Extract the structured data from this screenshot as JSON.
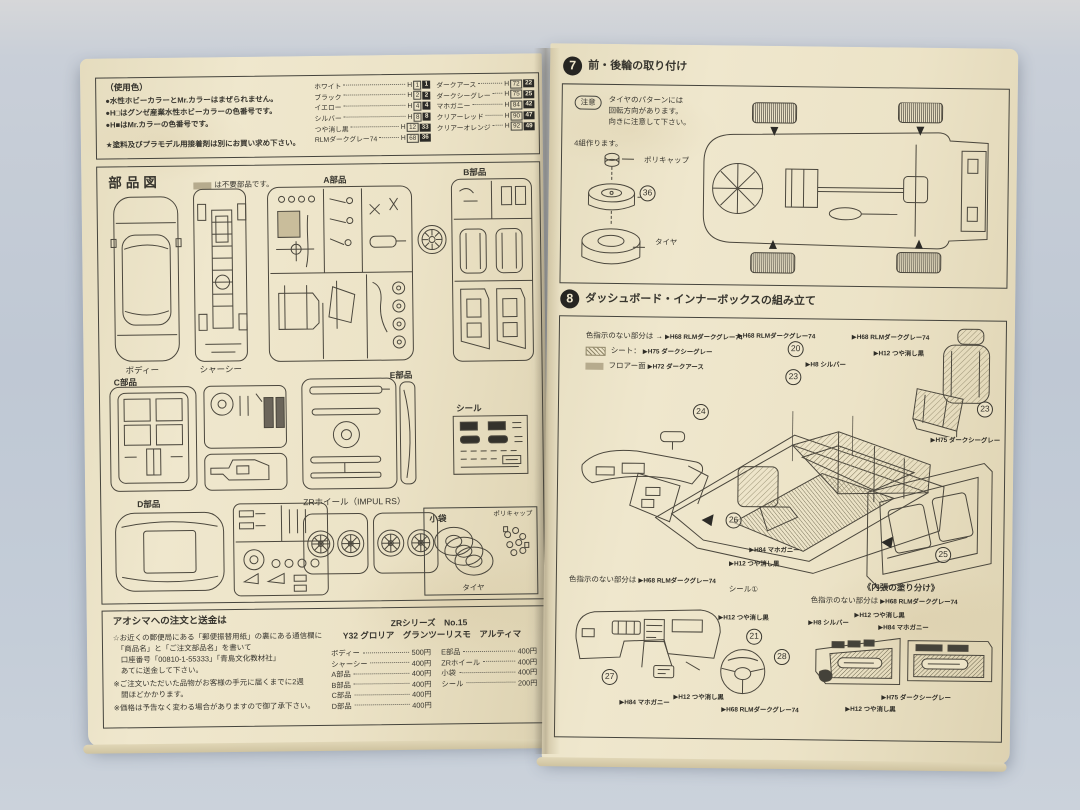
{
  "left_page": {
    "colors_box": {
      "title": "（使用色）",
      "note1": "●水性ホビーカラーとMr.カラーはまぜられません。",
      "note2": "●H□はグンゼ産業水性ホビーカラーの色番号です。",
      "note3": "●H■はMr.カラーの色番号です。",
      "footnote": "★塗料及びプラモデル用接着剤は別にお買い求め下さい。",
      "h_prefix": "H",
      "colors_left": [
        {
          "name": "ホワイト",
          "h": "1",
          "c": "1"
        },
        {
          "name": "ブラック",
          "h": "2",
          "c": "2"
        },
        {
          "name": "イエロー",
          "h": "4",
          "c": "4"
        },
        {
          "name": "シルバー",
          "h": "8",
          "c": "8"
        },
        {
          "name": "つや消し黒",
          "h": "12",
          "c": "33"
        },
        {
          "name": "RLMダークグレー74",
          "h": "68",
          "c": "36"
        }
      ],
      "colors_right": [
        {
          "name": "ダークアース",
          "h": "72",
          "c": "22"
        },
        {
          "name": "ダークシーグレー",
          "h": "75",
          "c": "25"
        },
        {
          "name": "マホガニー",
          "h": "84",
          "c": "42"
        },
        {
          "name": "クリアーレッド",
          "h": "90",
          "c": "47"
        },
        {
          "name": "クリアーオレンジ",
          "h": "92",
          "c": "49"
        }
      ]
    },
    "parts_box": {
      "title": "部品図",
      "unused_note": "は不要部品です。",
      "body_label": "ボディー",
      "chassis_label": "シャーシー",
      "a_label": "A部品",
      "b_label": "B部品",
      "c_label": "C部品",
      "d_label": "D部品",
      "e_label": "E部品",
      "seal_label": "シール",
      "zr_wheel_label": "ZRホイール（IMPUL RS）",
      "bag_label": "小袋",
      "polycap_label": "ポリキャップ",
      "tire_label": "タイヤ"
    },
    "order_box": {
      "title": "アオシマへの注文と送金は",
      "line1": "☆お近くの郵便局にある「郵便振替用紙」の裏にある通信欄に",
      "line2": "　「商品名」と「ご注文部品名」を書いて",
      "line3": "　口座番号「00810-1-55333」「青島文化教材社」",
      "line4": "　あてに送金して下さい。",
      "line5": "※ご注文いただいた品物がお客様の手元に届くまでに2週",
      "line6": "　間ほどかかります。",
      "line7": "※価格は予告なく変わる場合がありますので御了承下さい。",
      "series": "ZRシリーズ　No.15",
      "kit_name": "Y32 グロリア　グランツーリスモ　アルティマ",
      "prices_left": [
        {
          "item": "ボディー",
          "price": "500円"
        },
        {
          "item": "シャーシー",
          "price": "400円"
        },
        {
          "item": "A部品",
          "price": "400円"
        },
        {
          "item": "B部品",
          "price": "400円"
        },
        {
          "item": "C部品",
          "price": "400円"
        },
        {
          "item": "D部品",
          "price": "400円"
        }
      ],
      "prices_right": [
        {
          "item": "E部品",
          "price": "400円"
        },
        {
          "item": "ZRホイール",
          "price": "400円"
        },
        {
          "item": "小袋",
          "price": "400円"
        },
        {
          "item": "シール",
          "price": "200円"
        }
      ]
    }
  },
  "right_page": {
    "section7": {
      "num": "7",
      "title": "前・後輪の取り付け",
      "caution_label": "注意",
      "caution1": "タイヤのパターンには",
      "caution2": "回転方向があります。",
      "caution3": "向きに注意して下さい。",
      "make_note": "4組作ります。",
      "polycap_label": "ポリキャップ",
      "tire_label": "タイヤ",
      "part36": "36"
    },
    "section8": {
      "num": "8",
      "title": "ダッシュボード・インナーボックスの組み立て",
      "legend_prefix": "色指示のない部分は",
      "legend_arrow": "→",
      "seat_legend": "シート：",
      "floor_legend": "フロアー面",
      "callout_rlm74": "▶H68 RLMダークグレー74",
      "callout_seagray": "▶H75 ダークシーグレー",
      "callout_darkearth": "▶H72 ダークアース",
      "callout_silver": "▶H8 シルバー",
      "callout_flatblack": "▶H12 つや消し黒",
      "callout_mahogany": "▶H84 マホガニー",
      "p20": "20",
      "p21": "21",
      "p23": "23",
      "p24": "24",
      "p25": "25",
      "p26": "26",
      "p27": "27",
      "p28": "28",
      "seal1_label": "シール①",
      "door_section_title": "《内張の塗り分け》",
      "nocolor_prefix": "色指示のない部分は"
    }
  }
}
